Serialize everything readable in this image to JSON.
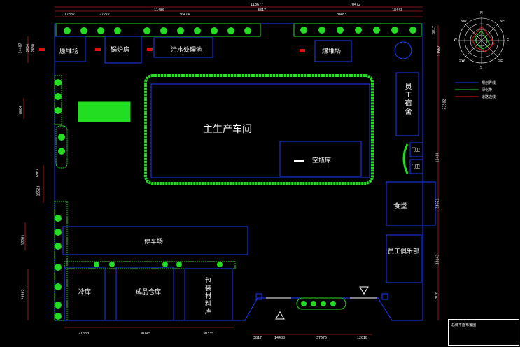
{
  "drawing": {
    "colors": {
      "background": "#000000",
      "building_outline": "#1a3cff",
      "dimension_line": "#ff2a2a",
      "greenery": "#22dd22",
      "text": "#ffffff"
    },
    "buildings": {
      "dormitory_storage": "原堆场",
      "boiler_room": "锅炉房",
      "sewage_plant": "污水处理池",
      "coal_yard": "煤堆场",
      "main_workshop": "主生产车间",
      "empty_warehouse": "空瓶库",
      "staff_dorm": "员工宿舍",
      "guard_1": "门卫",
      "guard_2": "门卫",
      "canteen": "食堂",
      "staff_club": "员工俱乐部",
      "parking": "停车场",
      "cold_storage": "冷库",
      "finished_goods": "成品仓库",
      "packaging": "包装材料库"
    },
    "top_dims": [
      "17337",
      "27277",
      "11480",
      "30474",
      "113677",
      "3817",
      "70472",
      "20483",
      "18443"
    ],
    "left_dims": [
      "14487",
      "3434",
      "2430",
      "8084",
      "6907",
      "15523",
      "17761",
      "29302"
    ],
    "right_dims": [
      "8817",
      "13562",
      "23582",
      "11480",
      "23621",
      "33143",
      "2070"
    ],
    "bottom_dims": [
      "21330",
      "30145",
      "30335",
      "3817",
      "14488",
      "37675",
      "12018"
    ],
    "compass": {
      "N": "N",
      "S": "S",
      "E": "E",
      "W": "W",
      "NE": "NE",
      "NW": "NW",
      "SE": "SE",
      "SW": "SW"
    },
    "legend": [
      "规划界线",
      "绿化带",
      "道路边线"
    ],
    "title_block": [
      "总体平面布置图"
    ]
  }
}
